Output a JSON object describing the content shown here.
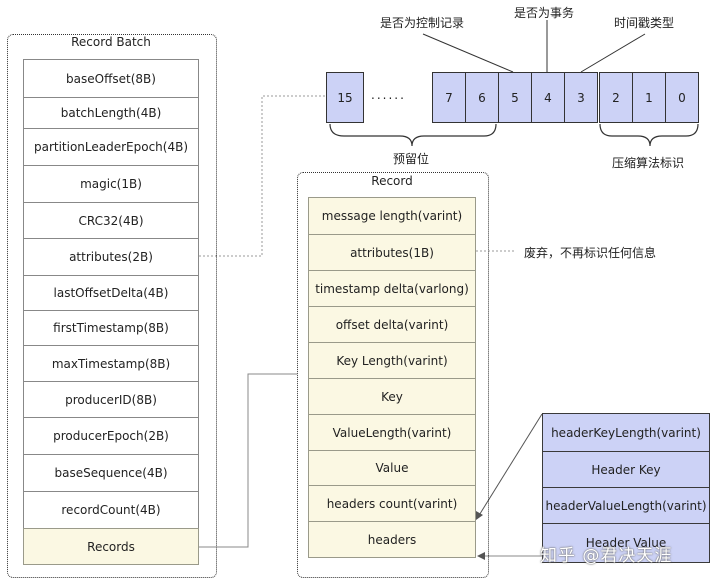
{
  "record_batch": {
    "title": "Record Batch",
    "fields": [
      "baseOffset(8B)",
      "batchLength(4B)",
      "partitionLeaderEpoch(4B)",
      "magic(1B)",
      "CRC32(4B)",
      "attributes(2B)",
      "lastOffsetDelta(4B)",
      "firstTimestamp(8B)",
      "maxTimestamp(8B)",
      "producerID(8B)",
      "producerEpoch(2B)",
      "baseSequence(4B)",
      "recordCount(4B)",
      "Records"
    ]
  },
  "record": {
    "title": "Record",
    "fields": [
      "message length(varint)",
      "attributes(1B)",
      "timestamp delta(varlong)",
      "offset delta(varint)",
      "Key Length(varint)",
      "Key",
      "ValueLength(varint)",
      "Value",
      "headers count(varint)",
      "headers"
    ]
  },
  "header": {
    "fields": [
      "headerKeyLength(varint)",
      "Header Key",
      "headerValueLength(varint)",
      "Header Value"
    ]
  },
  "attribute_bits": {
    "first": "15",
    "ellipsis": "......",
    "bits": [
      "7",
      "6",
      "5",
      "4",
      "3",
      "2",
      "1",
      "0"
    ]
  },
  "labels": {
    "is_control": "是否为控制记录",
    "is_transaction": "是否为事务",
    "timestamp_type": "时间戳类型",
    "reserved": "预留位",
    "compression": "压缩算法标识",
    "deprecated": "废弃，不再标识任何信息"
  },
  "watermark": "知乎 @君决天涯"
}
